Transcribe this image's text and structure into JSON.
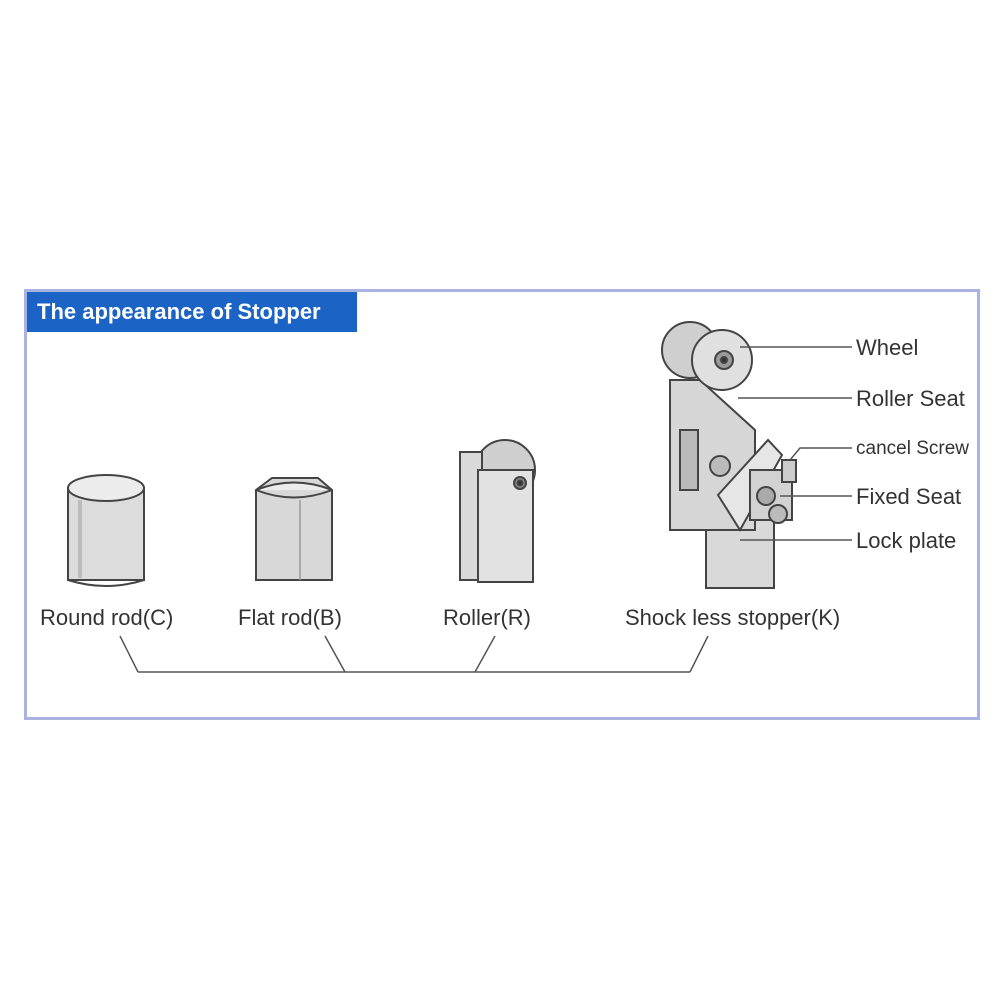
{
  "title": "The appearance of Stopper",
  "stoppers": [
    {
      "label": "Round rod(C)",
      "icon": "round-rod-icon"
    },
    {
      "label": "Flat rod(B)",
      "icon": "flat-rod-icon"
    },
    {
      "label": "Roller(R)",
      "icon": "roller-icon"
    },
    {
      "label": "Shock less stopper(K)",
      "icon": "shock-less-stopper-icon"
    }
  ],
  "parts": [
    {
      "label": "Wheel"
    },
    {
      "label": "Roller Seat"
    },
    {
      "label": "cancel Screw"
    },
    {
      "label": "Fixed Seat"
    },
    {
      "label": "Lock plate"
    }
  ],
  "colors": {
    "accent": "#1c63c6",
    "border": "#a9b3e2",
    "line": "#555555"
  }
}
